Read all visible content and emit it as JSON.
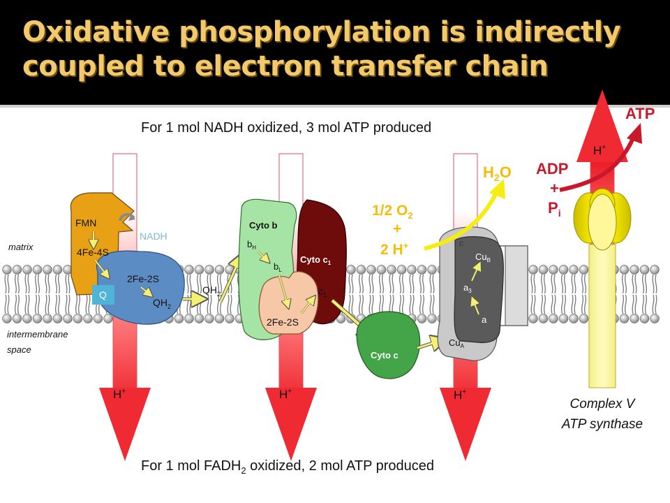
{
  "title": {
    "line1": "Oxidative phosphorylation is indirectly",
    "line2": "coupled to electron transfer chain"
  },
  "captions": {
    "nadh": "For 1 mol NADH oxidized, 3 mol ATP produced",
    "fadh2_a": "For 1 mol FADH",
    "fadh2_sub": "2",
    "fadh2_b": " oxidized, 2 mol ATP produced"
  },
  "regions": {
    "matrix": "matrix",
    "intermembrane1": "intermembrane",
    "intermembrane2": "space"
  },
  "complex1": {
    "fmn": "FMN",
    "fes4": "4Fe-4S",
    "fes2": "2Fe-2S",
    "q": "Q",
    "qh": "QH",
    "qh_sub": "2",
    "nadh": "NADH"
  },
  "carrier": {
    "qh": "QH",
    "qh_sub": "2"
  },
  "complex3": {
    "cyto_b": "Cyto b",
    "b": "b",
    "bh_sub": "H",
    "bl_sub": "L",
    "cyto_c1": "Cyto c",
    "c1_sub": "1",
    "c": "c",
    "fes2": "2Fe-2S"
  },
  "cyto_c": "Cyto c",
  "complex4": {
    "cu": "Cu",
    "cub_sub": "B",
    "cua_sub": "A",
    "a": "a",
    "a3_sub": "3",
    "c_mark": "c"
  },
  "oxygen": {
    "o2": "1/2 O",
    "o2_sub": "2",
    "plus": "+",
    "h": "2 H",
    "h_sup": "+",
    "h2o_a": "H",
    "h2o_sub": "2",
    "h2o_b": "O"
  },
  "proton": {
    "h": "H",
    "sup": "+"
  },
  "atp": {
    "adp": "ADP",
    "plus": "+",
    "p": "P",
    "p_sub": "i",
    "atp": "ATP"
  },
  "complex5": {
    "line1": "Complex V",
    "line2": "ATP synthase"
  },
  "colors": {
    "title": "#f2c96b",
    "fmn": "#e8a014",
    "complex1_lower": "#5b8dc4",
    "q_box": "#4fb4d8",
    "cyto_b": "#a6e4a6",
    "cyto_c1": "#6e0b0b",
    "fes_complex3": "#f6c8a8",
    "cyto_c": "#43a547",
    "complex4_outer": "#c9c9c9",
    "complex4_inner": "#5a5a5a",
    "synthase_yellow": "#f2e300",
    "oxygen_text": "#f5bd08",
    "atp_text": "#c8182b",
    "nadh_text": "#7fb5d6",
    "electron_arrow": "#f3f072"
  }
}
